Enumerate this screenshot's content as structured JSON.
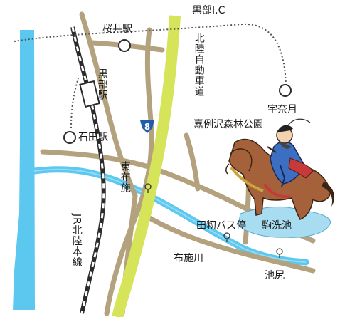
{
  "labels": {
    "kurobe_ic": "黒部I.C",
    "sakurai_station": "桜井駅",
    "kurobe_station": "黒部駅",
    "ishida_station": "石田駅",
    "hokuriku_expressway": "北陸自動車道",
    "unazuki": "宇奈月",
    "park": "嘉例沢森林公園",
    "higashi_fuse": "東布施",
    "route_number": "8",
    "taramomi_bus_stop": "田籾バス停",
    "komaaraiike": "駒洗池",
    "jr_hokuriku_line": "JR北陸本線",
    "fuse_river": "布施川",
    "ikejiri": "池尻"
  },
  "colors": {
    "water": "#5cc8f0",
    "route8": "#d6e45a",
    "roads": "#b3a27d",
    "rail": "#2b2b2b",
    "route_badge": "#1f5fa8"
  },
  "icons": [
    "station-marker-icon",
    "post-office-icon",
    "route-shield-icon",
    "samurai-horse-illustration"
  ]
}
